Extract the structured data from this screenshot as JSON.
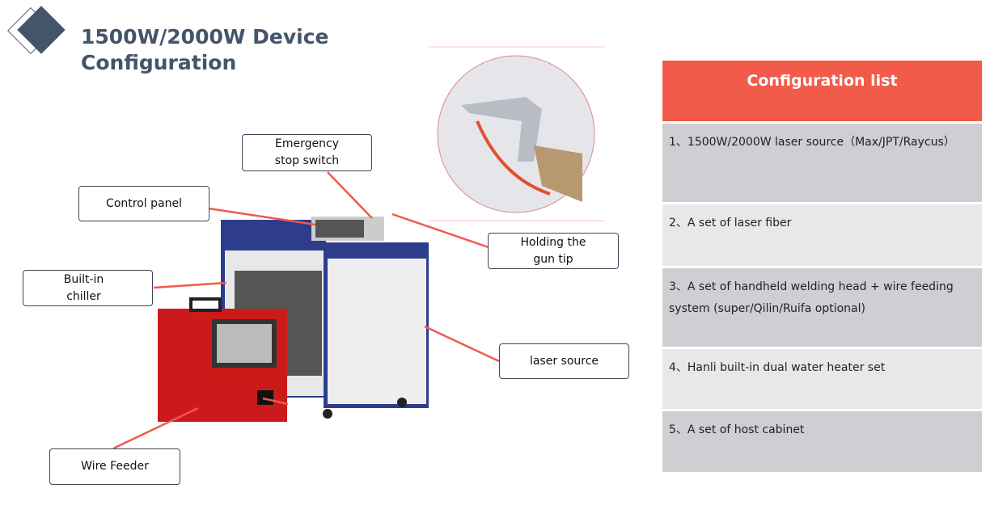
{
  "title": {
    "line1": "1500W/2000W Device",
    "line2": "Configuration"
  },
  "callouts": {
    "emergency": "Emergency stop switch",
    "control_panel": "Control panel",
    "holding": "Holding the gun tip",
    "chiller": "Built-in chiller",
    "laser": "laser source",
    "wire": "Wire Feeder"
  },
  "config": {
    "header": "Configuration list",
    "items": [
      "1、1500W/2000W laser source（Max/JPT/Raycus）",
      "2、A set of laser fiber",
      "3、A set of handheld welding head + wire feeding system (super/Qilin/Ruifa optional)",
      "4、Hanli built-in dual water heater set",
      "5、A set of host cabinet"
    ]
  },
  "colors": {
    "accent": "#f25a4a",
    "title": "#44546a",
    "arrow": "#ef5a4c"
  }
}
